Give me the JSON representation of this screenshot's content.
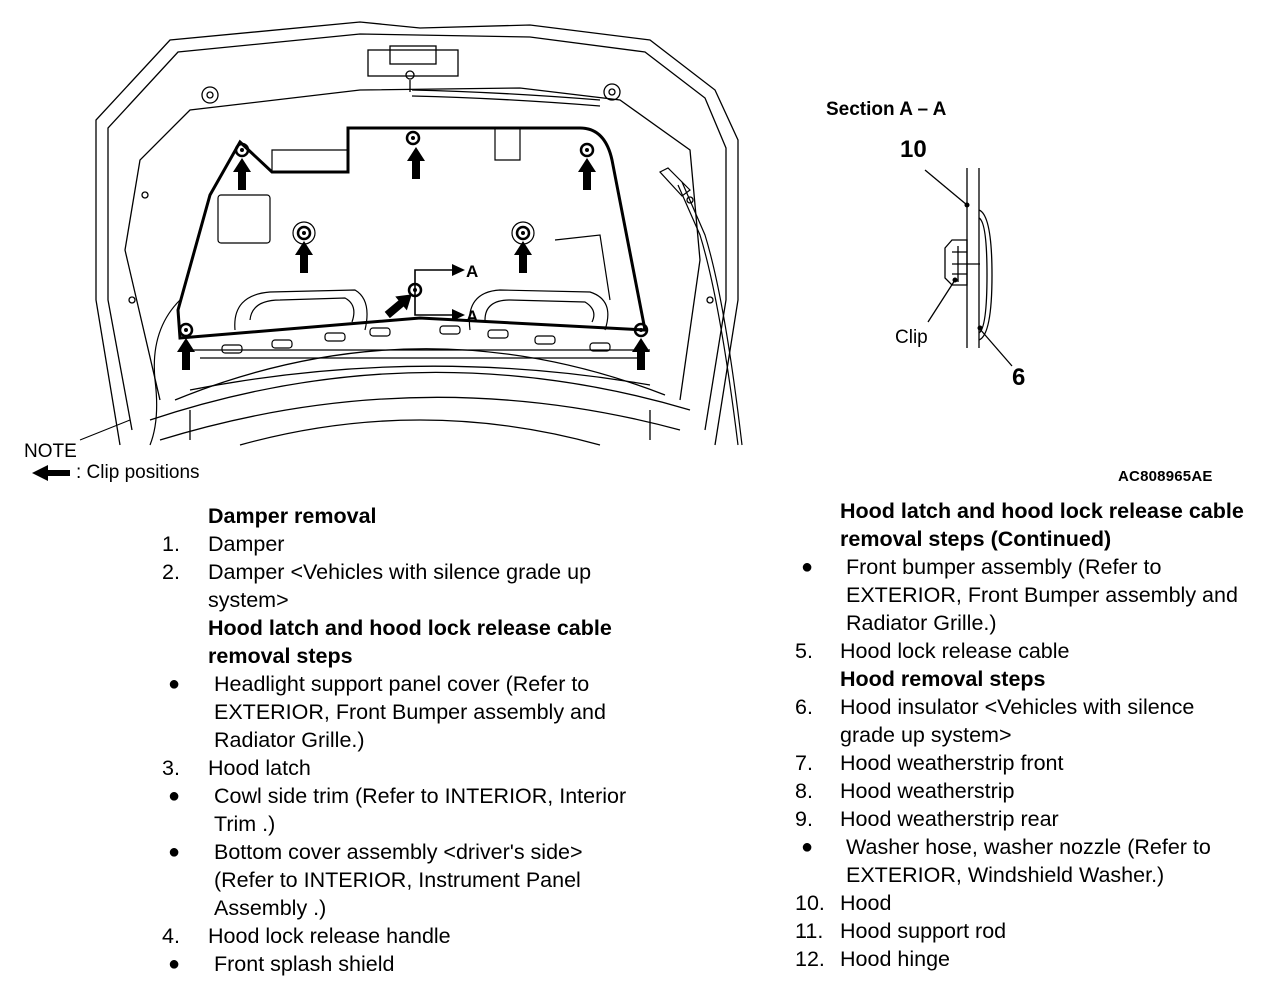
{
  "figure": {
    "note": "NOTE",
    "clip_legend": ": Clip positions",
    "section_title": "Section A – A",
    "section_marker": "A",
    "callouts": {
      "hood": "10",
      "insulator": "6"
    },
    "clip_label": "Clip",
    "figure_code": "AC808965AE"
  },
  "left_list": [
    {
      "marker": "",
      "text": "Damper removal",
      "header": true
    },
    {
      "marker": "1.",
      "text": "Damper"
    },
    {
      "marker": "2.",
      "text": "Damper <Vehicles with silence grade up system>"
    },
    {
      "marker": "",
      "text": "Hood latch and hood lock release cable removal steps",
      "header": true
    },
    {
      "marker": "●",
      "text": "Headlight support panel cover (Refer to EXTERIOR, Front Bumper assembly and Radiator Grille.)"
    },
    {
      "marker": "3.",
      "text": "Hood latch"
    },
    {
      "marker": "●",
      "text": "Cowl side trim (Refer to INTERIOR, Interior Trim .)"
    },
    {
      "marker": "●",
      "text": "Bottom cover assembly <driver's side> (Refer to INTERIOR, Instrument Panel Assembly .)"
    },
    {
      "marker": "4.",
      "text": "Hood lock release handle"
    },
    {
      "marker": "●",
      "text": "Front splash shield"
    }
  ],
  "right_list": [
    {
      "marker": "",
      "text": "Hood latch and hood lock release cable removal steps (Continued)",
      "header": true
    },
    {
      "marker": "●",
      "text": "Front bumper assembly (Refer to EXTERIOR, Front Bumper assembly and Radiator Grille.)"
    },
    {
      "marker": "5.",
      "text": "Hood lock release cable"
    },
    {
      "marker": "",
      "text": "Hood removal steps",
      "header": true
    },
    {
      "marker": "6.",
      "text": "Hood insulator <Vehicles with silence grade up system>"
    },
    {
      "marker": "7.",
      "text": "Hood weatherstrip front"
    },
    {
      "marker": "8.",
      "text": "Hood weatherstrip"
    },
    {
      "marker": "9.",
      "text": "Hood weatherstrip rear"
    },
    {
      "marker": "●",
      "text": "Washer hose, washer nozzle (Refer to EXTERIOR, Windshield Washer.)"
    },
    {
      "marker": "10.",
      "text": "Hood"
    },
    {
      "marker": "11.",
      "text": "Hood support rod"
    },
    {
      "marker": "12.",
      "text": "Hood hinge"
    }
  ]
}
